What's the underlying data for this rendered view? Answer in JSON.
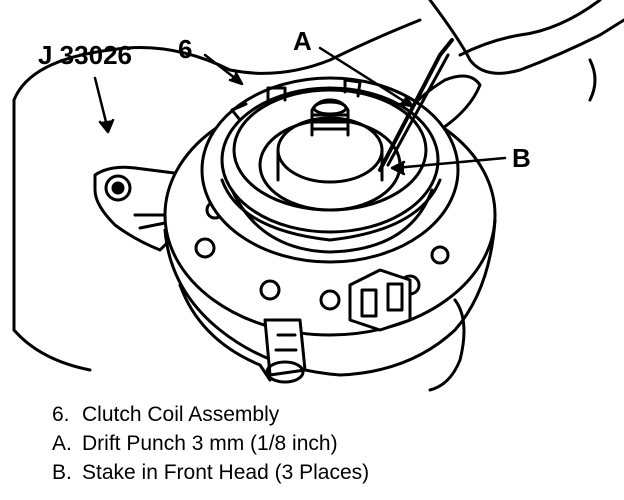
{
  "callouts": {
    "tool": "J 33026",
    "item_6": "6",
    "item_a": "A",
    "item_b": "B"
  },
  "legend": [
    {
      "key": "6.",
      "text": "Clutch Coil Assembly"
    },
    {
      "key": "A.",
      "text": "Drift Punch 3 mm (1/8 inch)"
    },
    {
      "key": "B.",
      "text": "Stake in Front Head (3 Places)"
    }
  ]
}
